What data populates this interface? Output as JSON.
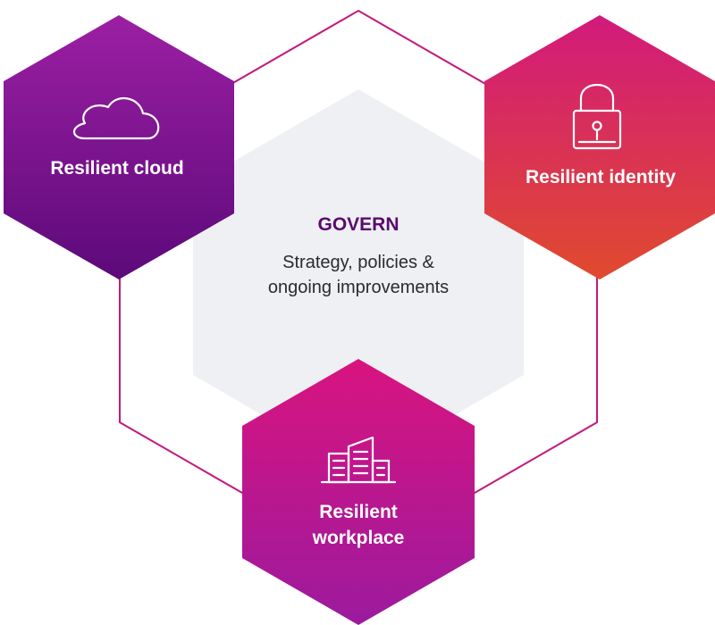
{
  "colors": {
    "outline": "#c21a7e",
    "center_fill": "#eef0f3",
    "govern_title": "#5a0a6e",
    "cloud_gradient": [
      "#9c1fa3",
      "#5c0a7a"
    ],
    "identity_gradient": [
      "#d21a7c",
      "#e04a2e"
    ],
    "workplace_gradient": [
      "#d8147f",
      "#9c1a9e"
    ]
  },
  "center": {
    "title": "GOVERN",
    "subtitle_line1": "Strategy, policies &",
    "subtitle_line2": "ongoing improvements"
  },
  "nodes": {
    "cloud": {
      "label": "Resilient cloud",
      "icon": "cloud-icon"
    },
    "identity": {
      "label": "Resilient identity",
      "icon": "lock-icon"
    },
    "workplace": {
      "label_line1": "Resilient",
      "label_line2": "workplace",
      "icon": "buildings-icon"
    }
  }
}
